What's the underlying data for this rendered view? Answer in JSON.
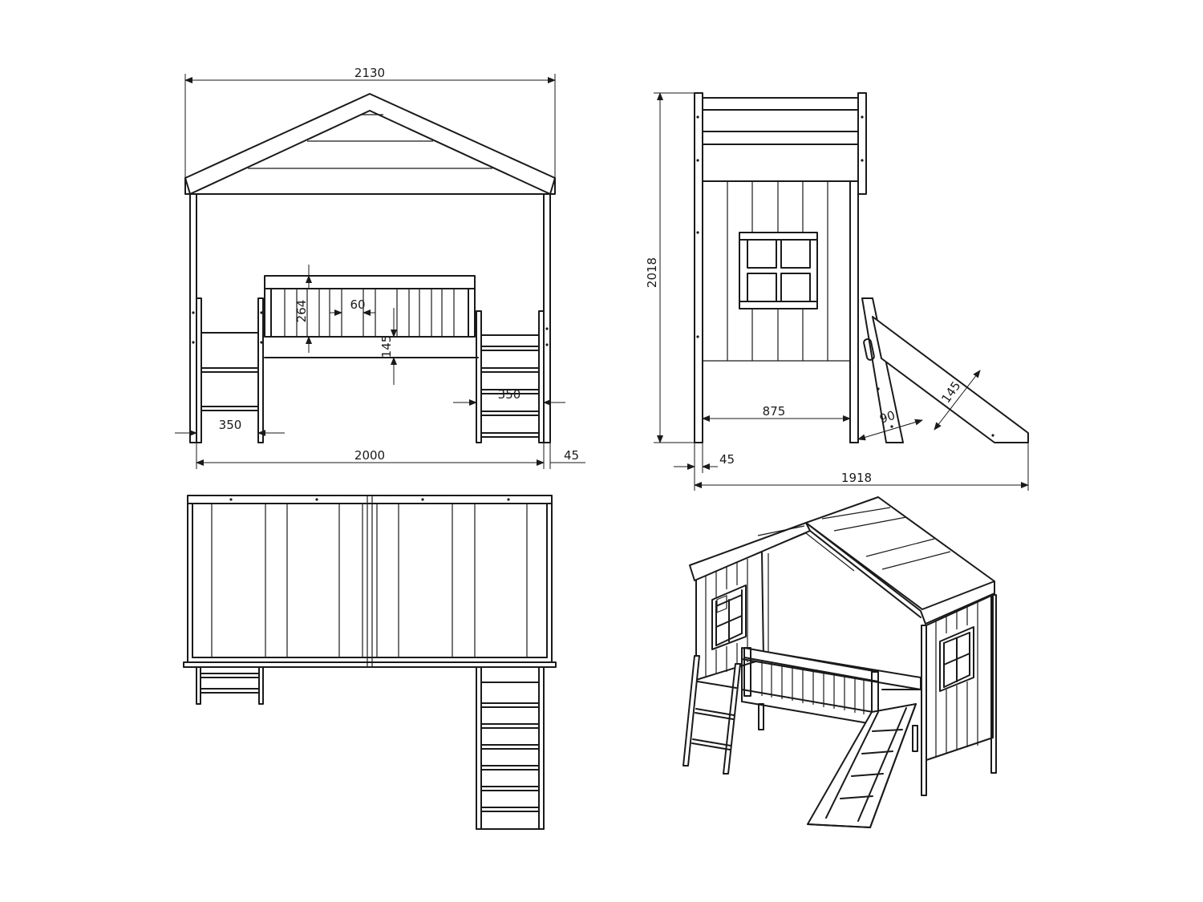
{
  "dimensions": {
    "front_total_width": "2130",
    "front_inner_length": "2000",
    "leg_thickness": "45",
    "rail_height": "264",
    "slat_gap": "60",
    "rail_to_floor": "145",
    "ladder_width_left": "350",
    "ladder_width_right": "350",
    "side_total_height": "2018",
    "side_inner_depth": "875",
    "side_leg_thickness": "45",
    "side_total_depth": "1918",
    "slide_width": "145",
    "slide_angle": "90"
  },
  "colors": {
    "line": "#1a1a1a",
    "background": "#ffffff"
  }
}
